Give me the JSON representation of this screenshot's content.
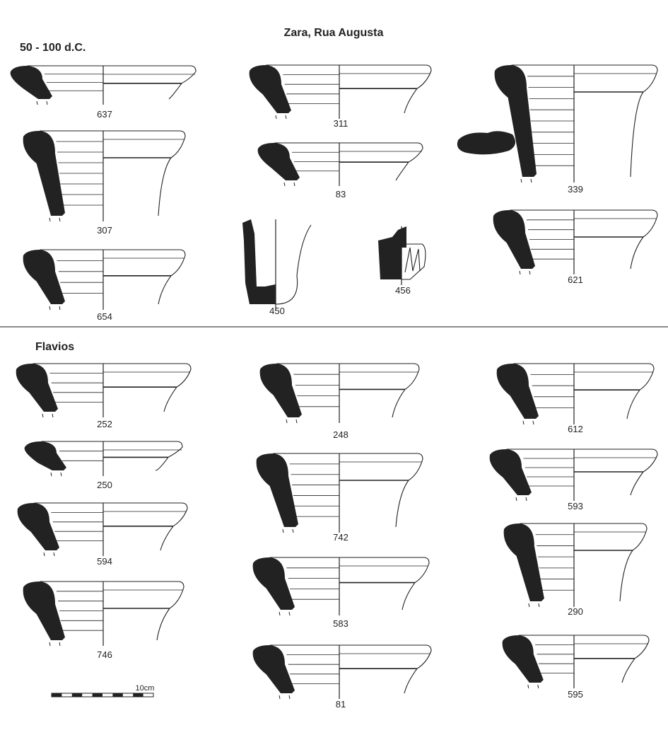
{
  "title": "Zara, Rua Augusta",
  "sections": [
    {
      "heading": "50 - 100 d.C.",
      "vessels": [
        "637",
        "311",
        "339",
        "307",
        "83",
        "654",
        "450",
        "456",
        "621"
      ]
    },
    {
      "heading": "Flavios",
      "vessels": [
        "252",
        "248",
        "612",
        "250",
        "593",
        "594",
        "742",
        "290",
        "746",
        "583",
        "81",
        "595"
      ]
    }
  ],
  "scale_bar": {
    "label": "10cm"
  },
  "colors": {
    "profile_fill": "#222222",
    "line": "#222222"
  }
}
